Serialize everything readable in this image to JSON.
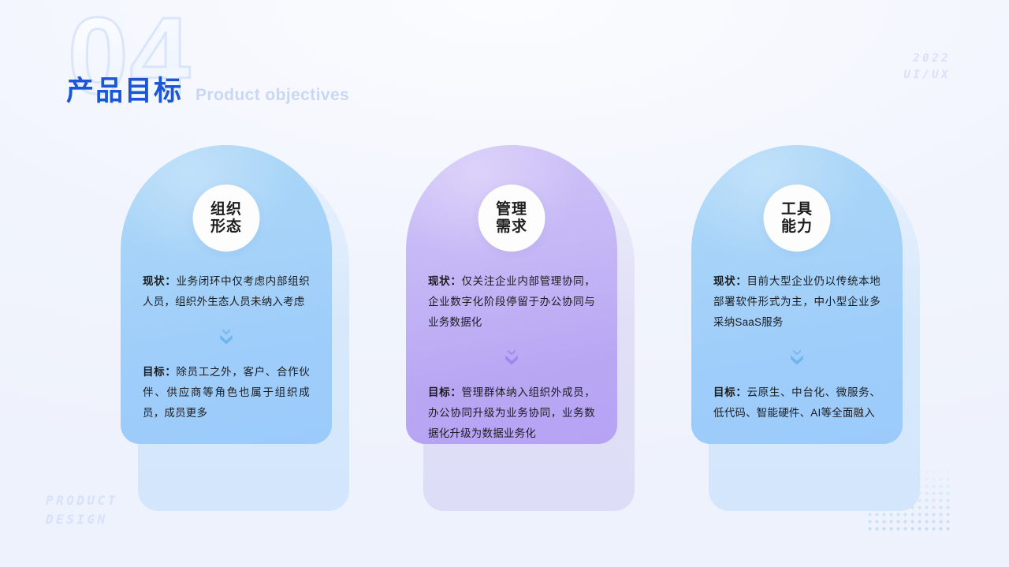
{
  "header": {
    "watermark_number": "04",
    "title_cn": "产品目标",
    "title_en": "Product objectives"
  },
  "corner": {
    "top_right_line1": "2022",
    "top_right_line2": "UI/UX",
    "bottom_left_line1": "PRODUCT",
    "bottom_left_line2": "DESIGN"
  },
  "colors": {
    "background": "#f3f6fd",
    "title_blue": "#1a56d6",
    "title_en_blue": "#c8d8f4",
    "card_blue": "#a3d1f8",
    "card_purple": "#bda9f4",
    "card_back_blue": "#d6e8fb",
    "card_back_purple": "#dfdef7",
    "corner_text": "#d8e0fa",
    "dot_grid": "#bfdcf4"
  },
  "cards": [
    {
      "id": "organization-form",
      "theme": "blue",
      "badge_line1": "组织",
      "badge_line2": "形态",
      "current_label": "现状：",
      "current_text": "业务闭环中仅考虑内部组织人员，组织外生态人员未纳入考虑",
      "goal_label": "目标：",
      "goal_text": "除员工之外，客户、合作伙伴、供应商等角色也属于组织成员，成员更多",
      "divider_icon": "double-chevron-down-icon"
    },
    {
      "id": "management-needs",
      "theme": "purple",
      "badge_line1": "管理",
      "badge_line2": "需求",
      "current_label": "现状：",
      "current_text": "仅关注企业内部管理协同，企业数字化阶段停留于办公协同与业务数据化",
      "goal_label": "目标：",
      "goal_text": "管理群体纳入组织外成员，办公协同升级为业务协同，业务数据化升级为数据业务化",
      "divider_icon": "double-chevron-down-icon"
    },
    {
      "id": "tool-capability",
      "theme": "blue",
      "badge_line1": "工具",
      "badge_line2": "能力",
      "current_label": "现状：",
      "current_text": "目前大型企业仍以传统本地部署软件形式为主，中小型企业多采纳SaaS服务",
      "goal_label": "目标：",
      "goal_text": "云原生、中台化、微服务、低代码、智能硬件、AI等全面融入",
      "divider_icon": "double-chevron-down-icon"
    }
  ]
}
